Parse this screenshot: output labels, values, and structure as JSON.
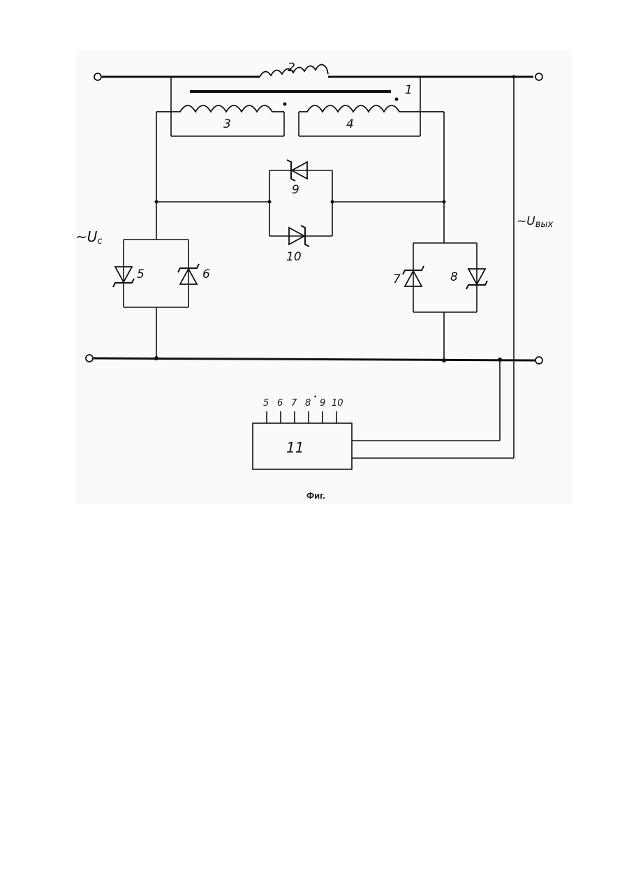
{
  "labels": {
    "transformer": "1",
    "winding_series": "2",
    "winding_left": "3",
    "winding_right": "4",
    "diode_5": "5",
    "diode_6": "6",
    "diode_7": "7",
    "diode_8": "8",
    "diode_9": "9",
    "diode_10": "10",
    "control_block": "11",
    "input_voltage": "~U",
    "input_voltage_sub": "c",
    "output_voltage": "~U",
    "output_voltage_sub": "вых",
    "pins": [
      "5",
      "6",
      "7",
      "8",
      "9",
      "10"
    ],
    "pin_mark": "•",
    "caption": "Фиг."
  }
}
